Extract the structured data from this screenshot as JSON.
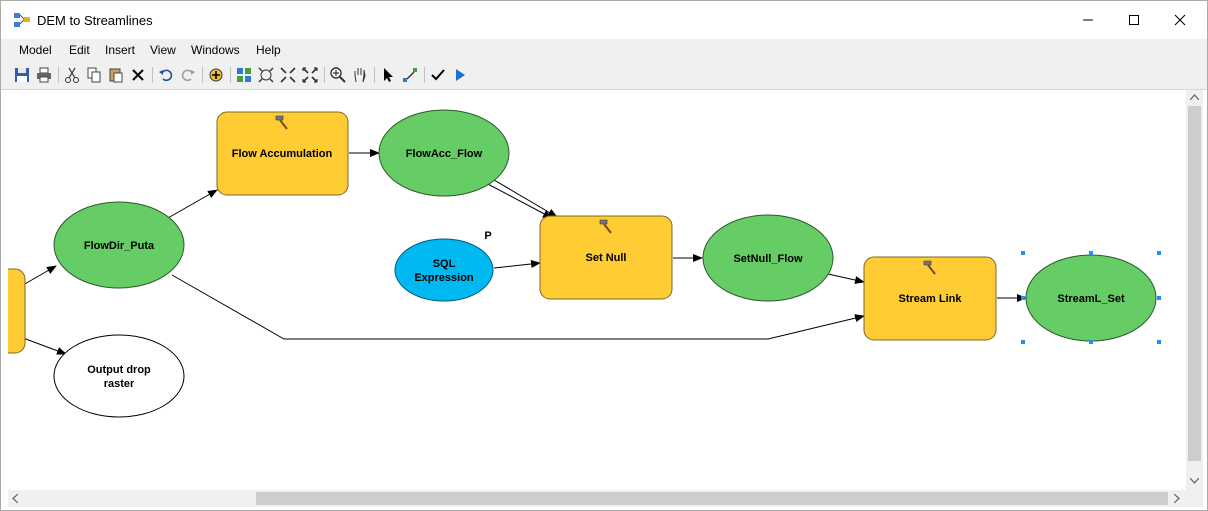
{
  "window": {
    "title": "DEM to Streamlines"
  },
  "menu": [
    "Model",
    "Edit",
    "Insert",
    "View",
    "Windows",
    "Help"
  ],
  "toolbar": {
    "icons": [
      "save-icon",
      "print-icon",
      "cut-icon",
      "copy-icon",
      "paste-icon",
      "delete-icon",
      "undo-icon",
      "redo-icon",
      "add-data-icon",
      "auto-layout-icon",
      "full-extent-icon",
      "fixed-zoom-in-icon",
      "fixed-zoom-out-icon",
      "zoom-in-icon",
      "pan-icon",
      "select-icon",
      "connect-icon",
      "validate-icon",
      "run-icon"
    ]
  },
  "model": {
    "nodes": {
      "flow_accumulation": "Flow Accumulation",
      "flowacc_flow": "FlowAcc_Flow",
      "flowdir_puta": "FlowDir_Puta",
      "sql_expression_line1": "SQL",
      "sql_expression_line2": "Expression",
      "parameter_marker": "P",
      "set_null": "Set Null",
      "setnull_flow": "SetNull_Flow",
      "stream_link": "Stream Link",
      "streaml_set": "StreamL_Set",
      "output_drop_line1": "Output drop",
      "output_drop_line2": "raster"
    }
  },
  "colors": {
    "tool": "#ffcc33",
    "tool_border": "#7a6a2a",
    "variable": "#66cc66",
    "value": "#00b8f0",
    "empty_output": "#ffffff",
    "selection": "#1e90ff"
  }
}
